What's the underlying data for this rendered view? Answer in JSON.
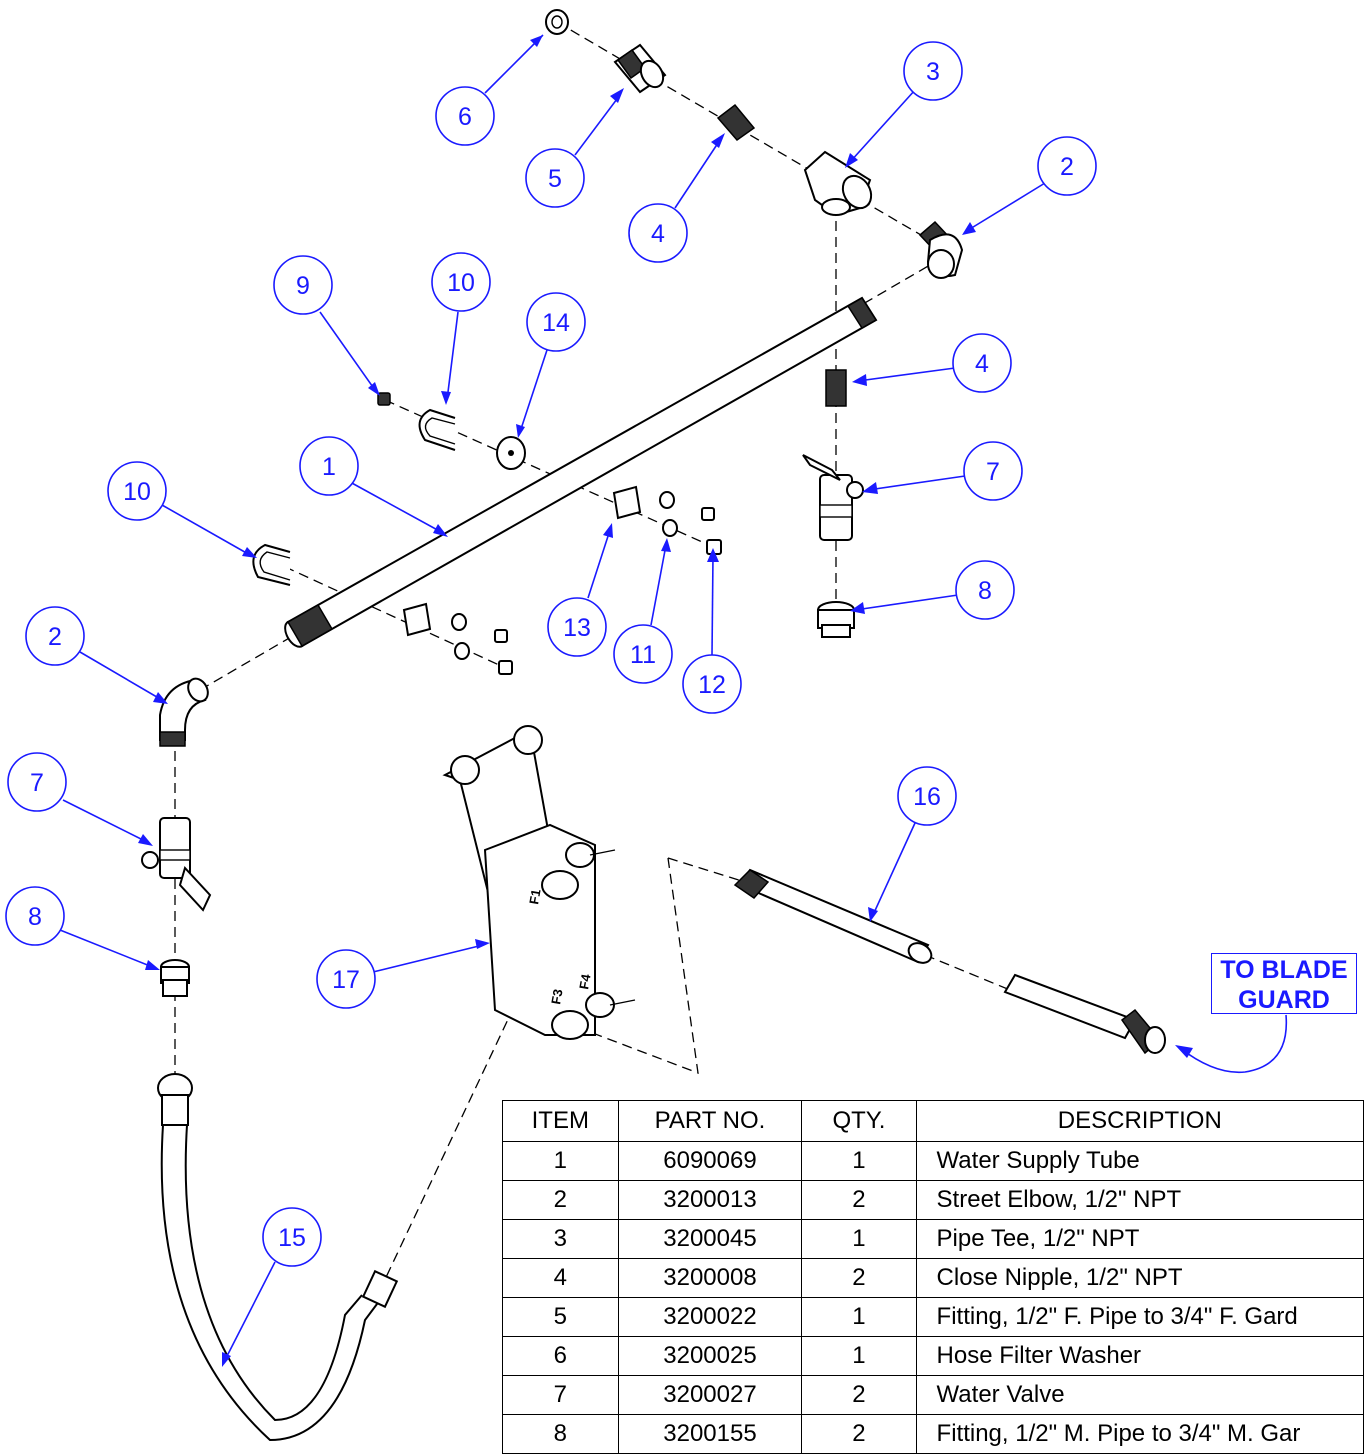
{
  "callout": {
    "line1": "TO BLADE",
    "line2": "GUARD"
  },
  "table": {
    "headers": [
      "ITEM",
      "PART NO.",
      "QTY.",
      "DESCRIPTION"
    ],
    "rows": [
      [
        "1",
        "6090069",
        "1",
        "Water Supply Tube"
      ],
      [
        "2",
        "3200013",
        "2",
        "Street Elbow, 1/2\" NPT"
      ],
      [
        "3",
        "3200045",
        "1",
        "Pipe Tee, 1/2\" NPT"
      ],
      [
        "4",
        "3200008",
        "2",
        "Close Nipple, 1/2\" NPT"
      ],
      [
        "5",
        "3200022",
        "1",
        "Fitting, 1/2\" F. Pipe to 3/4\" F. Gard"
      ],
      [
        "6",
        "3200025",
        "1",
        "Hose Filter Washer"
      ],
      [
        "7",
        "3200027",
        "2",
        "Water Valve"
      ],
      [
        "8",
        "3200155",
        "2",
        "Fitting, 1/2\" M. Pipe to 3/4\" M. Gar"
      ]
    ]
  },
  "balloons": [
    {
      "num": "6"
    },
    {
      "num": "5"
    },
    {
      "num": "4"
    },
    {
      "num": "3"
    },
    {
      "num": "2"
    },
    {
      "num": "9"
    },
    {
      "num": "10"
    },
    {
      "num": "14"
    },
    {
      "num": "4"
    },
    {
      "num": "1"
    },
    {
      "num": "7"
    },
    {
      "num": "10"
    },
    {
      "num": "8"
    },
    {
      "num": "13"
    },
    {
      "num": "11"
    },
    {
      "num": "12"
    },
    {
      "num": "2"
    },
    {
      "num": "7"
    },
    {
      "num": "8"
    },
    {
      "num": "16"
    },
    {
      "num": "17"
    },
    {
      "num": "15"
    }
  ],
  "fitting_labels": [
    "F1",
    "F3",
    "F4"
  ],
  "colors": {
    "balloon": "#1a1aff",
    "line": "#000000"
  }
}
